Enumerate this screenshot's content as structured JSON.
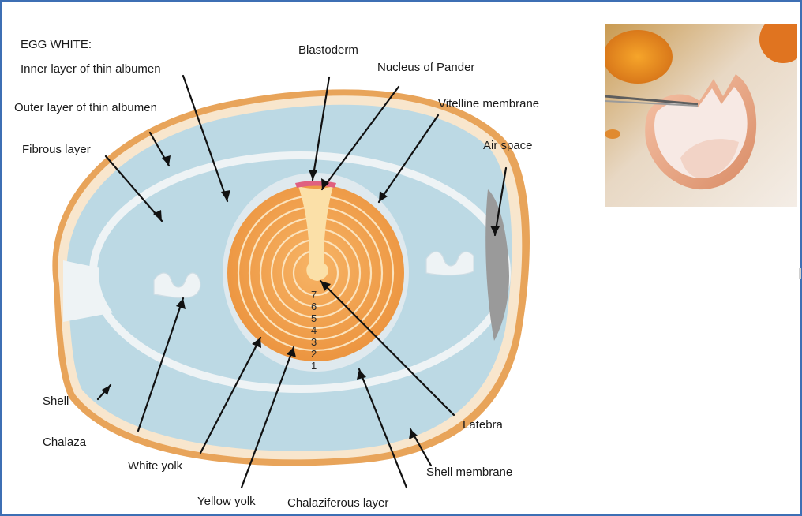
{
  "diagram": {
    "heading": "EGG WHITE:",
    "labels": {
      "inner_thin_albumen": "Inner layer of thin albumen",
      "outer_thin_albumen": "Outer layer of thin albumen",
      "fibrous_layer": "Fibrous layer",
      "blastoderm": "Blastoderm",
      "nucleus_of_pander": "Nucleus of Pander",
      "vitelline_membrane": "Vitelline membrane",
      "air_space": "Air space",
      "shell": "Shell",
      "chalaza": "Chalaza",
      "white_yolk": "White yolk",
      "yellow_yolk": "Yellow yolk",
      "chalaziferous_layer": "Chalaziferous layer",
      "latebra": "Latebra",
      "shell_membrane": "Shell membrane"
    },
    "yolk_ring_numbers": [
      "7",
      "6",
      "5",
      "4",
      "3",
      "2",
      "1"
    ],
    "colors": {
      "shell": "#e8a45a",
      "shell_membrane": "#f8e6cd",
      "albumen": "#bcd9e4",
      "fibrous_layer": "#eef3f5",
      "yolk": "#f2a552",
      "latebra": "#fbe0a8",
      "blastoderm": "#e06080",
      "air_space": "#9a9a9a",
      "frame": "#3d6fb4"
    }
  },
  "photo": {
    "subject": "cracked-eggshell-photo"
  }
}
